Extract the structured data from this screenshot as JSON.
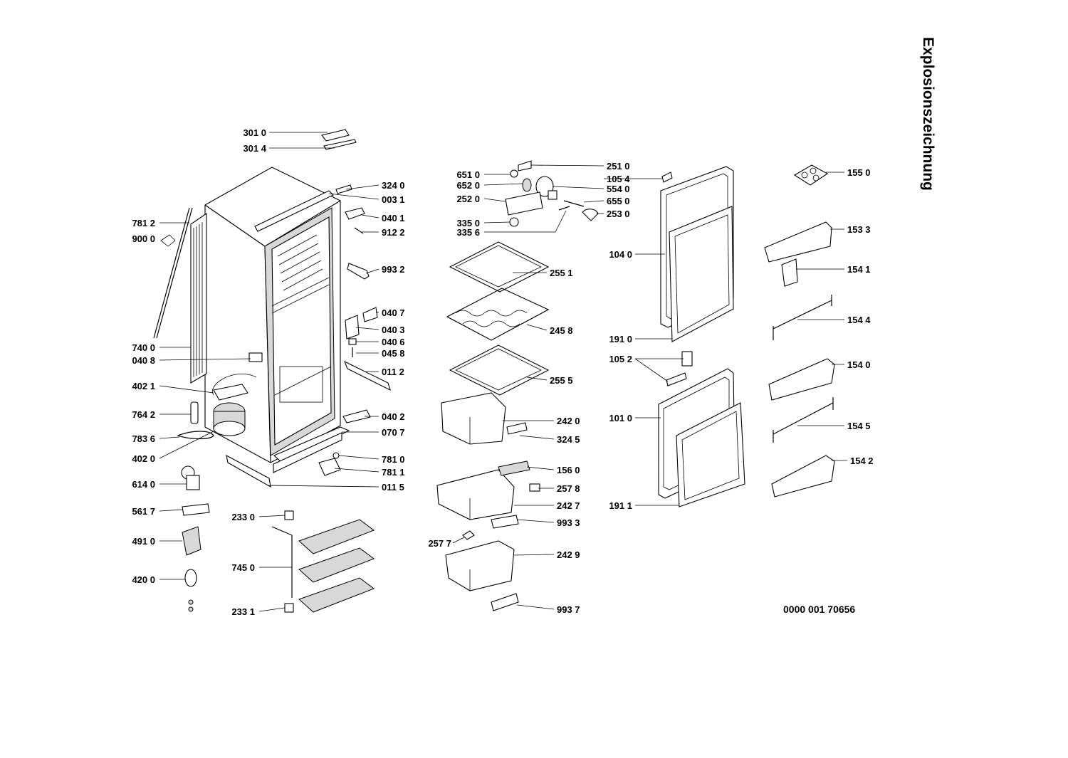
{
  "title": "Explosionszeichnung",
  "document_number": "0000 001 70656",
  "part_labels": [
    "301 0",
    "301 4",
    "324 0",
    "003 1",
    "781 2",
    "040 1",
    "900 0",
    "912 2",
    "993 2",
    "040 7",
    "040 3",
    "040 6",
    "045 8",
    "740 0",
    "040 8",
    "011 2",
    "402 1",
    "764 2",
    "040 2",
    "783 6",
    "070 7",
    "402 0",
    "781 0",
    "781 1",
    "614 0",
    "011 5",
    "561 7",
    "491 0",
    "420 0",
    "233 0",
    "745 0",
    "233 1",
    "251 0",
    "651 0",
    "105 4",
    "652 0",
    "554 0",
    "252 0",
    "655 0",
    "253 0",
    "335 0",
    "335 6",
    "255 1",
    "245 8",
    "255 5",
    "242 0",
    "324 5",
    "156 0",
    "257 8",
    "242 7",
    "993 3",
    "257 7",
    "242 9",
    "993 7",
    "104 0",
    "191 0",
    "105 2",
    "101 0",
    "191 1",
    "155 0",
    "153 3",
    "154 1",
    "154 4",
    "154 0",
    "154 5",
    "154 2"
  ]
}
